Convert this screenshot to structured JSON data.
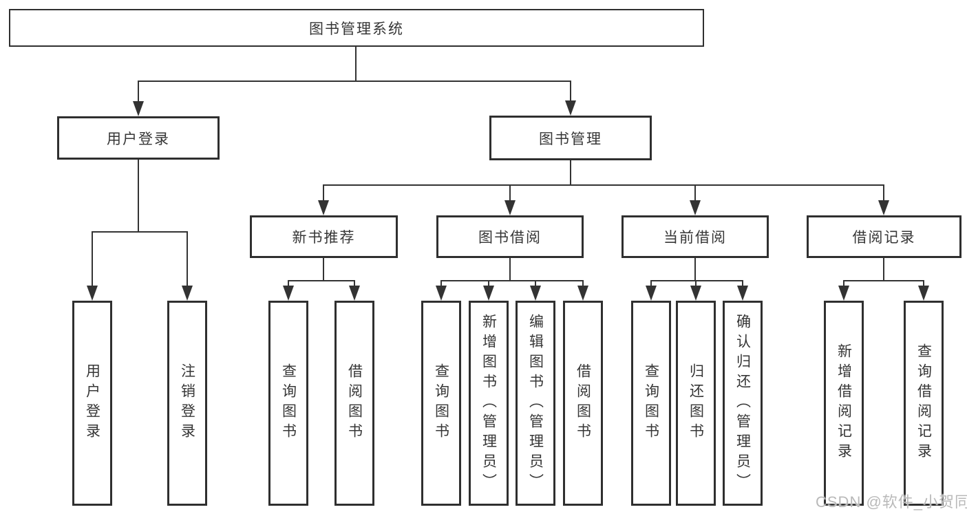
{
  "root": {
    "label": "图书管理系统"
  },
  "level2": [
    {
      "label": "用户登录"
    },
    {
      "label": "图书管理"
    }
  ],
  "level3": [
    {
      "label": "新书推荐"
    },
    {
      "label": "图书借阅"
    },
    {
      "label": "当前借阅"
    },
    {
      "label": "借阅记录"
    }
  ],
  "leaves": {
    "user": [
      {
        "label": "用户登录"
      },
      {
        "label": "注销登录"
      }
    ],
    "recommend": [
      {
        "label": "查询图书"
      },
      {
        "label": "借阅图书"
      }
    ],
    "borrow": [
      {
        "label": "查询图书"
      },
      {
        "label": "新增图书（管理员）"
      },
      {
        "label": "编辑图书（管理员）"
      },
      {
        "label": "借阅图书"
      }
    ],
    "current": [
      {
        "label": "查询图书"
      },
      {
        "label": "归还图书"
      },
      {
        "label": "确认归还（管理员）"
      }
    ],
    "records": [
      {
        "label": "新增借阅记录"
      },
      {
        "label": "查询借阅记录"
      }
    ]
  },
  "watermark": {
    "text": "CSDN @软件_小贺同学"
  },
  "colors": {
    "line": "#333333",
    "box_border": "#2f2f2f",
    "text": "#363636",
    "watermark": "#b9b9b9",
    "background": "#ffffff"
  }
}
